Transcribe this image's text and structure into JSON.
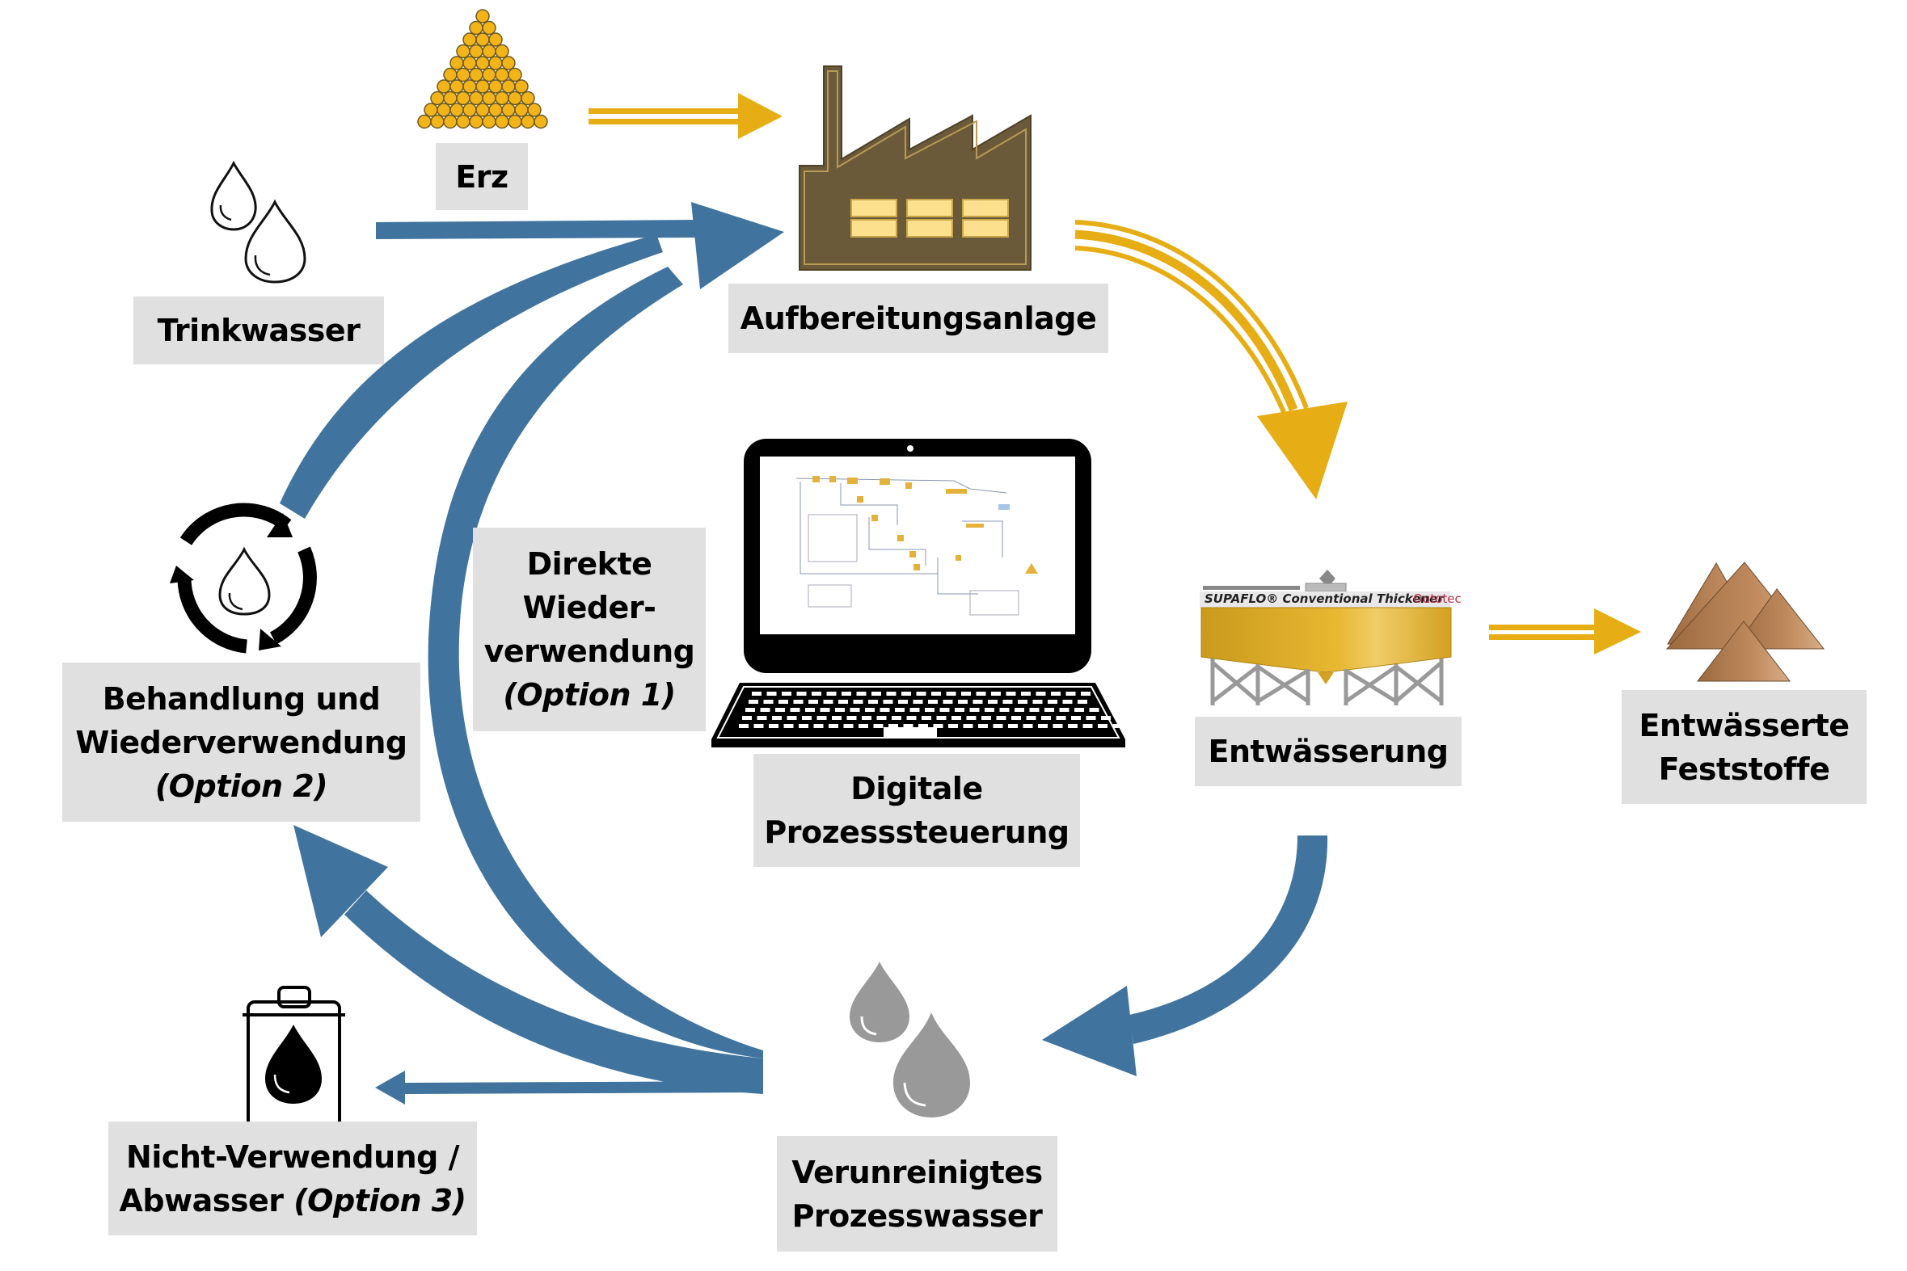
{
  "diagram": {
    "title": "Prozesswasser-Kreislauf einer Aufbereitungsanlage",
    "colors": {
      "water_flow": "#40749f",
      "material_flow": "#e6ad14",
      "label_bg": "#e0e0e0",
      "factory": "#6b5a3a",
      "factory_window": "#fde08e",
      "ore": "#f2b418",
      "solids": "#b9835a",
      "dirty_drop": "#999999"
    },
    "nodes": {
      "erz": {
        "label": "Erz",
        "icon": "ore-pile-icon"
      },
      "trinkwasser": {
        "label": "Trinkwasser",
        "icon": "water-drops-outline-icon"
      },
      "aufbereitungsanlage": {
        "label": "Aufbereitungsanlage",
        "icon": "factory-icon"
      },
      "entwaesserung": {
        "label": "Entwässerung",
        "icon": "thickener-icon",
        "equipment_title": "SUPAFLO® Conventional Thickener",
        "equipment_brand": "Outotec"
      },
      "entwaesserte_feststoffe": {
        "label_lines": [
          "Entwässerte",
          "Feststoffe"
        ],
        "icon": "solids-piles-icon"
      },
      "digitale_prozesssteuerung": {
        "label_lines": [
          "Digitale",
          "Prozesssteuerung"
        ],
        "icon": "laptop-icon"
      },
      "verunreinigtes_prozesswasser": {
        "label_lines": [
          "Verunreinigtes",
          "Prozesswasser"
        ],
        "icon": "water-drops-grey-icon"
      },
      "option1": {
        "label_lines": [
          "Direkte",
          "Wieder-",
          "verwendung"
        ],
        "option": "(Option 1)"
      },
      "option2": {
        "label_lines": [
          "Behandlung und",
          "Wiederverwendung"
        ],
        "option": "(Option 2)",
        "icon": "recycle-water-icon"
      },
      "option3": {
        "label_line1": "Nicht-Verwendung /",
        "label_line2_prefix": "Abwasser ",
        "option": "(Option 3)",
        "icon": "waste-water-bin-icon"
      }
    },
    "flows": [
      {
        "from": "Erz",
        "to": "Aufbereitungsanlage",
        "type": "material"
      },
      {
        "from": "Trinkwasser",
        "to": "Aufbereitungsanlage",
        "type": "water"
      },
      {
        "from": "Aufbereitungsanlage",
        "to": "Entwässerung",
        "type": "material"
      },
      {
        "from": "Entwässerung",
        "to": "Entwässerte Feststoffe",
        "type": "material"
      },
      {
        "from": "Entwässerung",
        "to": "Verunreinigtes Prozesswasser",
        "type": "water"
      },
      {
        "from": "Verunreinigtes Prozesswasser",
        "to": "Aufbereitungsanlage",
        "type": "water",
        "option": "Option 1"
      },
      {
        "from": "Verunreinigtes Prozesswasser",
        "to": "Behandlung und Wiederverwendung",
        "type": "water",
        "option": "Option 2"
      },
      {
        "from": "Behandlung und Wiederverwendung",
        "to": "Aufbereitungsanlage",
        "type": "water"
      },
      {
        "from": "Verunreinigtes Prozesswasser",
        "to": "Nicht-Verwendung / Abwasser",
        "type": "water",
        "option": "Option 3"
      }
    ]
  }
}
